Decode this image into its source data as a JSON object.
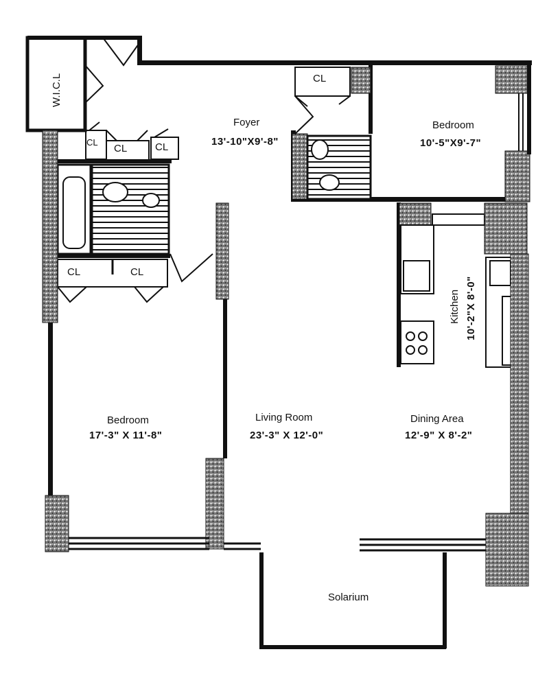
{
  "rooms": {
    "wicl": {
      "name": "W.I.C.L"
    },
    "foyer": {
      "name": "Foyer",
      "dims": "13'-10\"X9'-8\""
    },
    "bedroom_ne": {
      "name": "Bedroom",
      "dims": "10'-5\"X9'-7\""
    },
    "kitchen": {
      "name": "Kitchen",
      "dims": "10'-2\"X 8'-0\""
    },
    "bedroom_w": {
      "name": "Bedroom",
      "dims": "17'-3\" X 11'-8\""
    },
    "living": {
      "name": "Living Room",
      "dims": "23'-3\" X 12'-0\""
    },
    "dining": {
      "name": "Dining Area",
      "dims": "12'-9\" X 8'-2\""
    },
    "solarium": {
      "name": "Solarium"
    }
  },
  "closets": {
    "cl_label": "CL",
    "small_cl_label": "CL"
  }
}
